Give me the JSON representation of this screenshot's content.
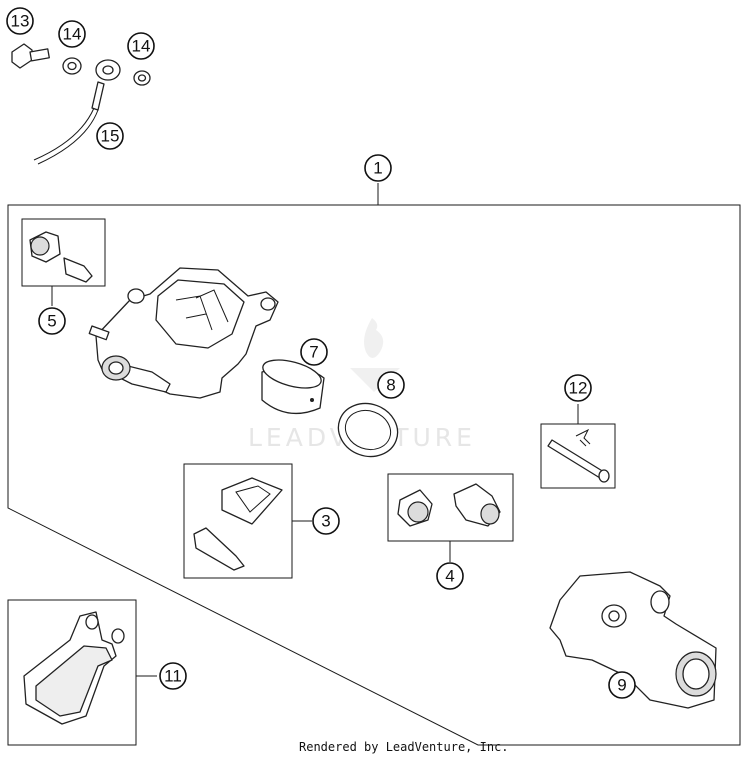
{
  "callouts": {
    "c1": "1",
    "c3": "3",
    "c4": "4",
    "c5": "5",
    "c7": "7",
    "c8": "8",
    "c9": "9",
    "c11": "11",
    "c12": "12",
    "c13": "13",
    "c14a": "14",
    "c14b": "14",
    "c15": "15"
  },
  "watermark": "LEADVENTURE",
  "footer": "Rendered by LeadVenture, Inc.",
  "colors": {
    "line": "#1a1a1a",
    "watermark": "#e6e6e6",
    "shade": "#dcdcdc"
  }
}
